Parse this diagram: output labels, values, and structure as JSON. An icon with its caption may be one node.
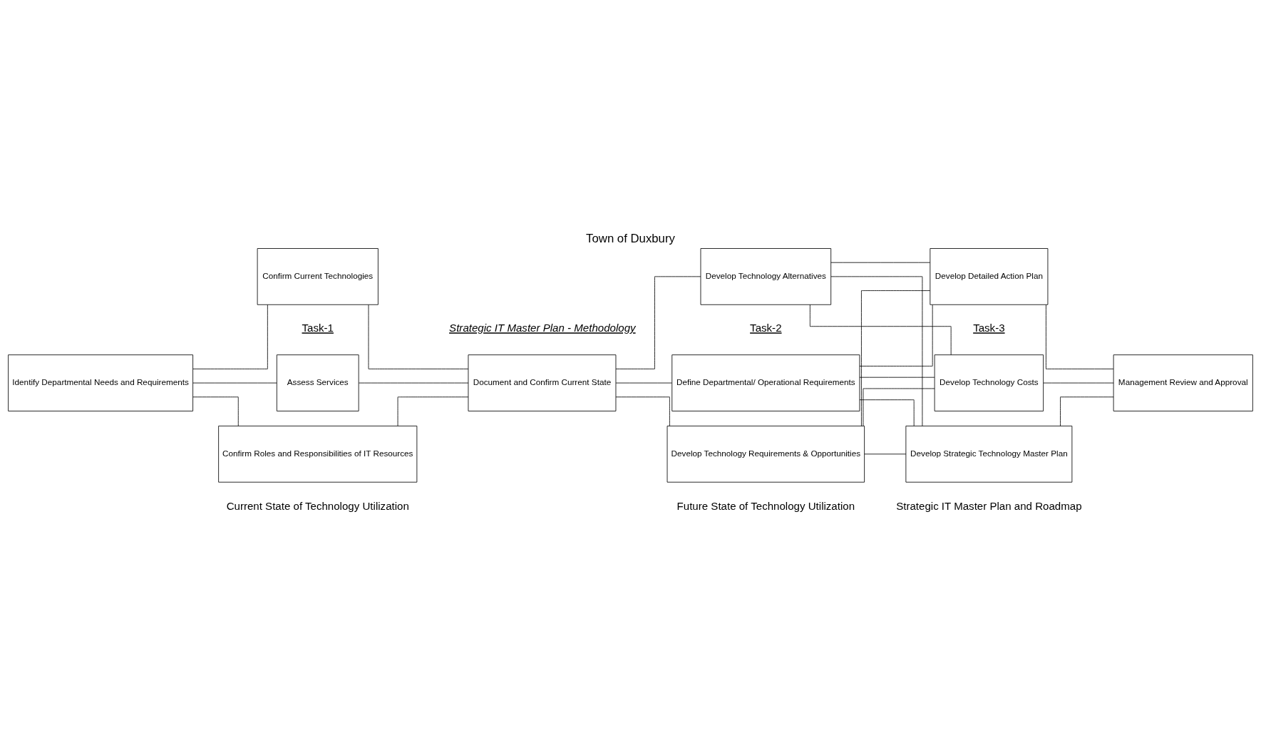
{
  "diagram": {
    "title": "Town of Duxbury",
    "nodes": [
      {
        "text": [
          "Identify Departmental Needs and Requirements"
        ]
      },
      {
        "text": [
          "Assess Services"
        ]
      },
      {
        "text": [
          "Confirm Roles and Responsibilities of IT Resources"
        ]
      },
      {
        "text": [
          "Confirm Current Technologies"
        ]
      },
      {
        "text": [
          "Document and Confirm Current State"
        ]
      },
      {
        "text": [
          "Define Departmental/ Operational Requirements"
        ]
      },
      {
        "text": [
          "Develop Technology Requirements & Opportunities"
        ]
      },
      {
        "text": [
          "Develop Technology Alternatives"
        ]
      },
      {
        "text": [
          "Develop Technology Costs"
        ]
      },
      {
        "text": [
          "Develop Strategic Technology Master Plan"
        ]
      },
      {
        "text": [
          "Develop Detailed Action Plan"
        ]
      },
      {
        "text": [
          "Management Review and Approval"
        ]
      }
    ],
    "edges": [
      {
        "from": 0,
        "to": 1,
        "arrow": "none"
      },
      {
        "from": 0,
        "to": 2,
        "arrow": "none"
      },
      {
        "from": 0,
        "to": 3,
        "arrow": "none"
      },
      {
        "from": 1,
        "to": 4,
        "arrow": "none"
      },
      {
        "from": 2,
        "to": 4,
        "arrow": "none"
      },
      {
        "from": 3,
        "to": 4,
        "arrow": "none"
      },
      {
        "from": 4,
        "to": 5,
        "arrow": "none"
      },
      {
        "from": 4,
        "to": 6,
        "arrow": "none"
      },
      {
        "from": 4,
        "to": 7,
        "arrow": "none"
      },
      {
        "from": 5,
        "to": 8,
        "arrow": "none"
      },
      {
        "from": 5,
        "to": 9,
        "arrow": "none"
      },
      {
        "from": 5,
        "to": 10,
        "arrow": "none"
      },
      {
        "from": 6,
        "to": 8,
        "arrow": "none"
      },
      {
        "from": 6,
        "to": 9,
        "arrow": "none"
      },
      {
        "from": 6,
        "to": 10,
        "arrow": "none"
      },
      {
        "from": 7,
        "to": 8,
        "arrow": "none"
      },
      {
        "from": 7,
        "to": 9,
        "arrow": "none"
      },
      {
        "from": 7,
        "to": 10,
        "arrow": "none"
      },
      {
        "from": 8,
        "to": 11,
        "arrow": "none"
      },
      {
        "from": 9,
        "to": 11,
        "arrow": "none"
      },
      {
        "from": 10,
        "to": 11,
        "arrow": "none"
      }
    ],
    "labels": [
      "Strategic IT Master Plan - Methodology",
      "Task-1",
      "Current State of Technology Utilization",
      "Task-2",
      "Future State of Technology Utilization",
      "Task-3",
      "Strategic IT Master Plan and Roadmap"
    ]
  }
}
